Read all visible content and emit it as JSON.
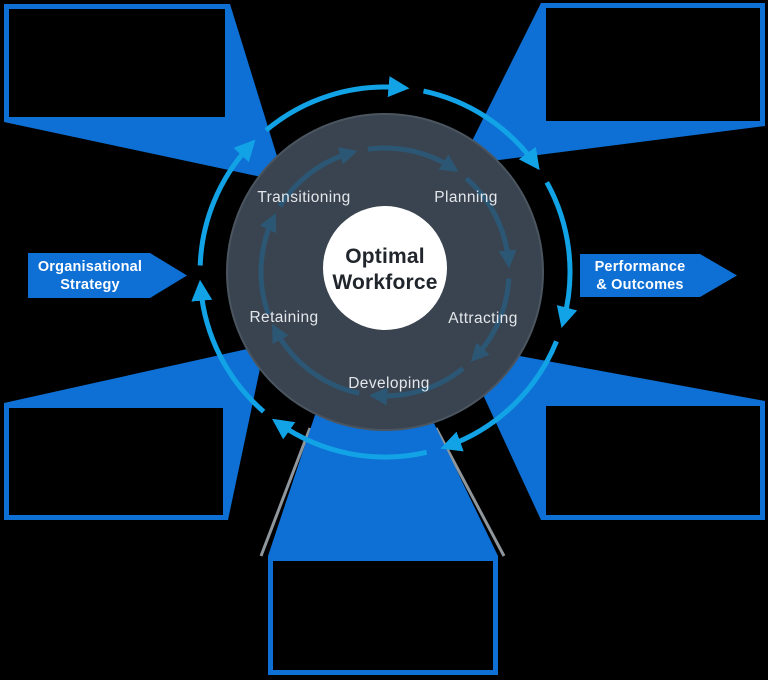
{
  "diagram": {
    "center_circle": {
      "line1": "Optimal",
      "line2": "Workforce"
    },
    "stages": [
      {
        "label": "Transitioning"
      },
      {
        "label": "Planning"
      },
      {
        "label": "Attracting"
      },
      {
        "label": "Developing"
      },
      {
        "label": "Retaining"
      }
    ],
    "input_banner": {
      "line1": "Organisational",
      "line2": "Strategy"
    },
    "output_banner": {
      "line1": "Performance",
      "line2": "& Outcomes"
    },
    "placeholder_boxes": [
      "top-left",
      "top-right",
      "bottom-left",
      "bottom-right",
      "bottom-center"
    ],
    "cycle": {
      "direction": "clockwise",
      "outer_arrow_count": 7,
      "inner_arrow_count": 7
    },
    "colors": {
      "callout_blue": "#0E70D4",
      "outer_cycle_blue": "#12A3E6",
      "inner_cycle_blue": "#2B5775",
      "wheel_dark": "#3A4450",
      "center_white": "#FFFFFF",
      "stage_text": "#E3E6EA",
      "background": "#000000"
    }
  }
}
